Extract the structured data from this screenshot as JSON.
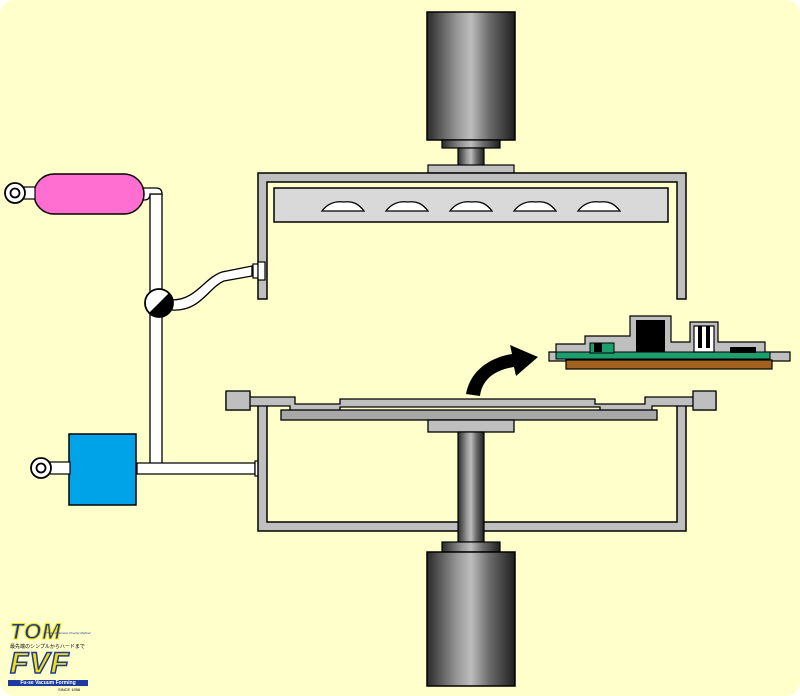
{
  "colors": {
    "background": "#FFFFCC",
    "frame": "#BFBFBF",
    "outline": "#000000",
    "pipe": "#FFFFFF",
    "gas_tank": "#FF6ED0",
    "vacuum_pump": "#00A3E8",
    "board_green": "#1E9E6E",
    "board_substrate": "#A0621E",
    "arrow": "#000000",
    "logo_blue": "#1E3A9E",
    "logo_yellow": "#F5E200"
  },
  "logo": {
    "brand_top": "TOM",
    "brand_top_sub": "Three dimension Overlay Method",
    "brand_top_jp": "最先端のシンプルからハードまで",
    "brand_bottom": "FVF",
    "brand_bottom_caption": "Fu-se Vacuum Forming",
    "since": "SINCE 1956"
  },
  "icons": {
    "upper_valve": "ring-port-icon",
    "lower_valve": "ring-port-icon",
    "three_way_valve": "three-way-valve-icon",
    "transfer_arrow": "curved-arrow-icon"
  }
}
